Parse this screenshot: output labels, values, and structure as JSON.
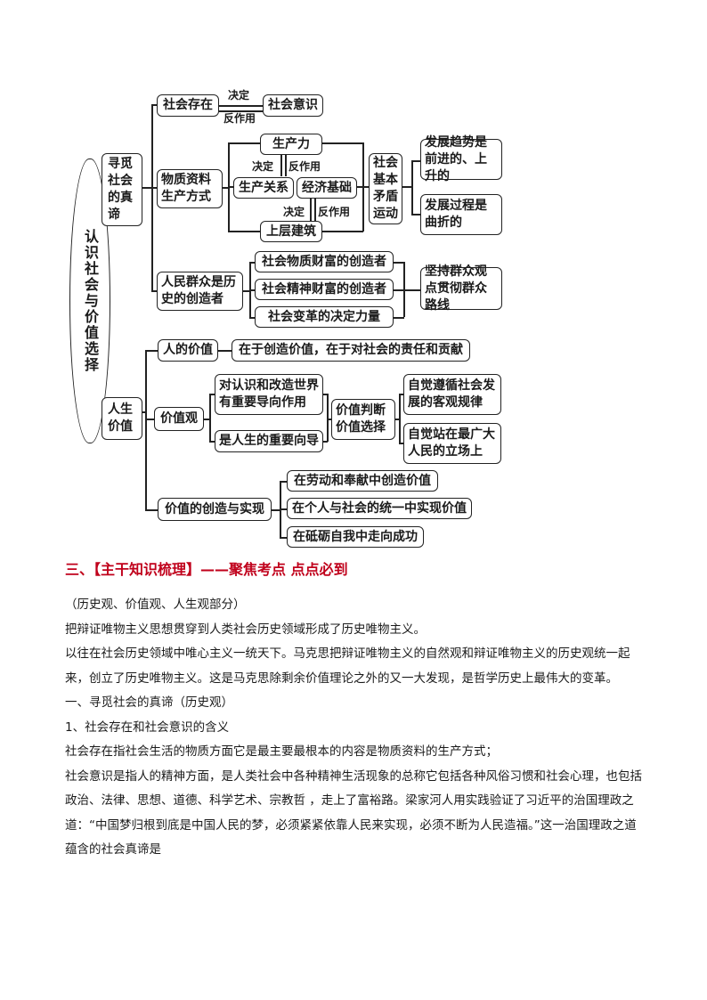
{
  "diagram": {
    "root": "认识社会与价值选择",
    "b1": {
      "title": "寻觅社会的真谛"
    },
    "existence": "社会存在",
    "consciousness": "社会意识",
    "decide": "决定",
    "react": "反作用",
    "mode": "物质资料生产方式",
    "productivity": "生产力",
    "relations": "生产关系",
    "base": "经济基础",
    "superstructure": "上层建筑",
    "contradiction": "社会基本矛盾运动",
    "trend": "发展趋势是前进的、上升的",
    "process": "发展过程是曲折的",
    "masses": "人民群众是历史的创造者",
    "mat": "社会物质财富的创造者",
    "spirit": "社会精神财富的创造者",
    "change": "社会变革的决定力量",
    "line": "坚持群众观点贯彻群众路线",
    "b2": {
      "title": "人生价值"
    },
    "pv": "人的价值",
    "pvdesc": "在于创造价值，在于对社会的责任和贡献",
    "values": "价值观",
    "guide": "对认识和改造世界有重要导向作用",
    "lifeguide": "是人生的重要向导",
    "judge": "价值判断价值选择",
    "follow": "自觉遵循社会发展的客观规律",
    "stand": "自觉站在最广大人民的立场上",
    "create": "价值的创造与实现",
    "c1": "在劳动和奉献中创造价值",
    "c2": "在个人与社会的统一中实现价值",
    "c3": "在砥砺自我中走向成功"
  },
  "content": {
    "heading": "三、【主干知识梳理】——聚焦考点  点点必到",
    "paragraphs": [
      "（历史观、价值观、人生观部分）",
      "把辩证唯物主义思想贯穿到人类社会历史领域形成了历史唯物主义。",
      "以往在社会历史领域中唯心主义一统天下。马克思把辩证唯物主义的自然观和辩证唯物主义的历史观统一起来，创立了历史唯物主义。这是马克思除剩余价值理论之外的又一大发现，是哲学历史上最伟大的变革。",
      "一、寻觅社会的真谛（历史观）",
      "1、社会存在和社会意识的含义",
      "社会存在指社会生活的物质方面它是最主要最根本的内容是物质资料的生产方式；",
      "社会意识是指人的精神方面，是人类社会中各种精神生活现象的总称它包括各种风俗习惯和社会心理，也包括政治、法律、思想、道德、科学艺术、宗教哲 ，走上了富裕路。梁家河人用实践验证了习近平的治国理政之道：“中国梦归根到底是中国人民的梦，必须紧紧依靠人民来实现，必须不断为人民造福。”这一治国理政之道蕴含的社会真谛是"
    ]
  }
}
